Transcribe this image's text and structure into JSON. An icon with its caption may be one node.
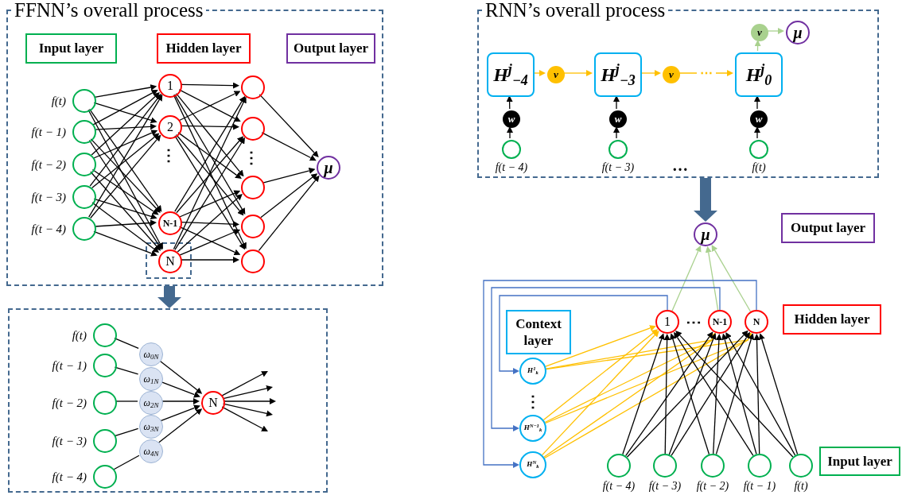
{
  "diagram": {
    "nodes": [
      {
        "text": [
          "FFNN’s overall process"
        ]
      },
      {
        "text": [
          "Input layer"
        ],
        "in": 0
      },
      {
        "text": [
          "Hidden layer"
        ],
        "in": 0
      },
      {
        "text": [
          "Output layer"
        ],
        "in": 0
      },
      {
        "text": [],
        "shape": "circle",
        "in": 0,
        "beside": [
          "f(t)"
        ]
      },
      {
        "text": [],
        "shape": "circle",
        "in": 0,
        "beside": [
          "f(t − 1)"
        ]
      },
      {
        "text": [],
        "shape": "circle",
        "in": 0,
        "beside": [
          "f(t − 2)"
        ]
      },
      {
        "text": [],
        "shape": "circle",
        "in": 0,
        "beside": [
          "f(t − 3)"
        ]
      },
      {
        "text": [],
        "shape": "circle",
        "in": 0,
        "beside": [
          "f(t − 4)"
        ]
      },
      {
        "text": [
          "1"
        ],
        "in": 0
      },
      {
        "text": [
          "2"
        ],
        "in": 0
      },
      {
        "text": [
          "N-1"
        ],
        "in": 0
      },
      {
        "text": [
          "N"
        ],
        "in": 0
      },
      {
        "text": [],
        "shape": "circle",
        "in": 0
      },
      {
        "text": [],
        "shape": "circle",
        "in": 0
      },
      {
        "text": [],
        "shape": "circle",
        "in": 0
      },
      {
        "text": [],
        "shape": "circle",
        "in": 0
      },
      {
        "text": [],
        "shape": "circle",
        "in": 0
      },
      {
        "text": [
          "μ"
        ],
        "in": 0
      },
      {
        "text": [],
        "shape": "box"
      },
      {
        "text": [],
        "shape": "circle",
        "in": 19,
        "beside": [
          "f(t)"
        ]
      },
      {
        "text": [],
        "shape": "circle",
        "in": 19,
        "beside": [
          "f(t − 1)"
        ]
      },
      {
        "text": [],
        "shape": "circle",
        "in": 19,
        "beside": [
          "f(t − 2)"
        ]
      },
      {
        "text": [],
        "shape": "circle",
        "in": 19,
        "beside": [
          "f(t − 3)"
        ]
      },
      {
        "text": [],
        "shape": "circle",
        "in": 19,
        "beside": [
          "f(t − 4)"
        ]
      },
      {
        "text": [
          "ω$_{0N}$"
        ],
        "in": 19
      },
      {
        "text": [
          "ω$_{1N}$"
        ],
        "in": 19
      },
      {
        "text": [
          "ω$_{2N}$"
        ],
        "in": 19
      },
      {
        "text": [
          "ω$_{3N}$"
        ],
        "in": 19
      },
      {
        "text": [
          "ω$_{4N}$"
        ],
        "in": 19
      },
      {
        "text": [
          "N"
        ],
        "in": 19
      },
      {
        "text": [
          "RNN’s overall process"
        ]
      },
      {
        "text": [
          "H$^{j}$$_{−4}$"
        ],
        "in": 31
      },
      {
        "text": [
          "v"
        ],
        "in": 31
      },
      {
        "text": [
          "H$^{j}$$_{−3}$"
        ],
        "in": 31
      },
      {
        "text": [
          "v"
        ],
        "in": 31
      },
      {
        "text": [
          "H$^{j}$$_{0}$"
        ],
        "in": 31
      },
      {
        "text": [
          "v"
        ],
        "in": 31
      },
      {
        "text": [
          "μ"
        ],
        "in": 31
      },
      {
        "text": [
          "w"
        ],
        "in": 31
      },
      {
        "text": [
          "w"
        ],
        "in": 31
      },
      {
        "text": [
          "w"
        ],
        "in": 31
      },
      {
        "text": [],
        "shape": "circle",
        "in": 31,
        "beside": [
          "f(t − 4)"
        ]
      },
      {
        "text": [],
        "shape": "circle",
        "in": 31,
        "beside": [
          "f(t − 3)"
        ]
      },
      {
        "text": [],
        "shape": "circle",
        "in": 31,
        "beside": [
          "f(t)"
        ]
      },
      {
        "text": [
          "μ"
        ]
      },
      {
        "text": [
          "Output layer"
        ]
      },
      {
        "text": [
          "1"
        ]
      },
      {
        "text": [
          "N-1"
        ]
      },
      {
        "text": [
          "N"
        ]
      },
      {
        "text": [
          "Hidden layer"
        ]
      },
      {
        "text": [
          "Context layer"
        ]
      },
      {
        "text": [
          "H$^{1}$$_{k}$"
        ]
      },
      {
        "text": [
          "H$^{N−1}$$_{k}$"
        ]
      },
      {
        "text": [
          "H$^{N}$$_{k}$"
        ]
      },
      {
        "text": [],
        "shape": "circle",
        "beside": [
          "f(t − 4)"
        ]
      },
      {
        "text": [],
        "shape": "circle",
        "beside": [
          "f(t − 3)"
        ]
      },
      {
        "text": [],
        "shape": "circle",
        "beside": [
          "f(t − 2)"
        ]
      },
      {
        "text": [],
        "shape": "circle",
        "beside": [
          "f(t − 1)"
        ]
      },
      {
        "text": [],
        "shape": "circle",
        "beside": [
          "f(t)"
        ]
      },
      {
        "text": [
          "Input layer"
        ]
      }
    ],
    "edges": [
      {
        "from": 4,
        "to": 9,
        "arrow": "to"
      },
      {
        "from": 4,
        "to": 10,
        "arrow": "to"
      },
      {
        "from": 4,
        "to": 11,
        "arrow": "to"
      },
      {
        "from": 4,
        "to": 12,
        "arrow": "to"
      },
      {
        "from": 5,
        "to": 9,
        "arrow": "to"
      },
      {
        "from": 5,
        "to": 10,
        "arrow": "to"
      },
      {
        "from": 5,
        "to": 11,
        "arrow": "to"
      },
      {
        "from": 5,
        "to": 12,
        "arrow": "to"
      },
      {
        "from": 6,
        "to": 9,
        "arrow": "to"
      },
      {
        "from": 6,
        "to": 10,
        "arrow": "to"
      },
      {
        "from": 6,
        "to": 11,
        "arrow": "to"
      },
      {
        "from": 6,
        "to": 12,
        "arrow": "to"
      },
      {
        "from": 7,
        "to": 9,
        "arrow": "to"
      },
      {
        "from": 7,
        "to": 10,
        "arrow": "to"
      },
      {
        "from": 7,
        "to": 11,
        "arrow": "to"
      },
      {
        "from": 7,
        "to": 12,
        "arrow": "to"
      },
      {
        "from": 8,
        "to": 9,
        "arrow": "to"
      },
      {
        "from": 8,
        "to": 10,
        "arrow": "to"
      },
      {
        "from": 8,
        "to": 11,
        "arrow": "to"
      },
      {
        "from": 8,
        "to": 12,
        "arrow": "to"
      },
      {
        "from": 9,
        "to": 13,
        "arrow": "to"
      },
      {
        "from": 9,
        "to": 14,
        "arrow": "to"
      },
      {
        "from": 9,
        "to": 15,
        "arrow": "to"
      },
      {
        "from": 9,
        "to": 16,
        "arrow": "to"
      },
      {
        "from": 9,
        "to": 17,
        "arrow": "to"
      },
      {
        "from": 10,
        "to": 13,
        "arrow": "to"
      },
      {
        "from": 10,
        "to": 14,
        "arrow": "to"
      },
      {
        "from": 10,
        "to": 15,
        "arrow": "to"
      },
      {
        "from": 10,
        "to": 16,
        "arrow": "to"
      },
      {
        "from": 10,
        "to": 17,
        "arrow": "to"
      },
      {
        "from": 11,
        "to": 13,
        "arrow": "to"
      },
      {
        "from": 11,
        "to": 14,
        "arrow": "to"
      },
      {
        "from": 11,
        "to": 15,
        "arrow": "to"
      },
      {
        "from": 11,
        "to": 16,
        "arrow": "to"
      },
      {
        "from": 11,
        "to": 17,
        "arrow": "to"
      },
      {
        "from": 12,
        "to": 13,
        "arrow": "to"
      },
      {
        "from": 12,
        "to": 14,
        "arrow": "to"
      },
      {
        "from": 12,
        "to": 15,
        "arrow": "to"
      },
      {
        "from": 12,
        "to": 16,
        "arrow": "to"
      },
      {
        "from": 12,
        "to": 17,
        "arrow": "to"
      },
      {
        "from": 13,
        "to": 18,
        "arrow": "to"
      },
      {
        "from": 14,
        "to": 18,
        "arrow": "to"
      },
      {
        "from": 15,
        "to": 18,
        "arrow": "to"
      },
      {
        "from": 16,
        "to": 18,
        "arrow": "to"
      },
      {
        "from": 17,
        "to": 18,
        "arrow": "to"
      },
      {
        "from": 0,
        "to": 19,
        "arrow": "to",
        "style": "thick",
        "color": "#44698f"
      },
      {
        "from": 20,
        "to": 25,
        "arrow": "none"
      },
      {
        "from": 21,
        "to": 26,
        "arrow": "none"
      },
      {
        "from": 22,
        "to": 27,
        "arrow": "none"
      },
      {
        "from": 23,
        "to": 28,
        "arrow": "none"
      },
      {
        "from": 24,
        "to": 29,
        "arrow": "none"
      },
      {
        "from": 25,
        "to": 30,
        "arrow": "to"
      },
      {
        "from": 26,
        "to": 30,
        "arrow": "to"
      },
      {
        "from": 27,
        "to": 30,
        "arrow": "to"
      },
      {
        "from": 28,
        "to": 30,
        "arrow": "to"
      },
      {
        "from": 29,
        "to": 30,
        "arrow": "to"
      },
      {
        "from": 30,
        "to": null,
        "arrow": "to"
      },
      {
        "from": 30,
        "to": null,
        "arrow": "to"
      },
      {
        "from": 30,
        "to": null,
        "arrow": "to"
      },
      {
        "from": 30,
        "to": null,
        "arrow": "to"
      },
      {
        "from": 30,
        "to": null,
        "arrow": "to"
      },
      {
        "from": 32,
        "to": 33,
        "arrow": "to",
        "color": "#ffc000"
      },
      {
        "from": 33,
        "to": 34,
        "arrow": "to",
        "color": "#ffc000"
      },
      {
        "from": 34,
        "to": 35,
        "arrow": "to",
        "color": "#ffc000"
      },
      {
        "from": 35,
        "to": 36,
        "arrow": "to",
        "color": "#ffc000",
        "label": "⋯"
      },
      {
        "from": 36,
        "to": 37,
        "arrow": "to",
        "color": "#a9d18e"
      },
      {
        "from": 37,
        "to": 38,
        "arrow": "to",
        "color": "#a9d18e"
      },
      {
        "from": 42,
        "to": 39,
        "arrow": "to"
      },
      {
        "from": 39,
        "to": 32,
        "arrow": "to"
      },
      {
        "from": 43,
        "to": 40,
        "arrow": "to"
      },
      {
        "from": 40,
        "to": 34,
        "arrow": "to"
      },
      {
        "from": 44,
        "to": 41,
        "arrow": "to"
      },
      {
        "from": 41,
        "to": 36,
        "arrow": "to"
      },
      {
        "from": 31,
        "to": 45,
        "arrow": "to",
        "style": "thick",
        "color": "#44698f"
      },
      {
        "from": 47,
        "to": 45,
        "arrow": "to",
        "color": "#a9d18e"
      },
      {
        "from": 48,
        "to": 45,
        "arrow": "to",
        "color": "#a9d18e"
      },
      {
        "from": 49,
        "to": 45,
        "arrow": "to",
        "color": "#a9d18e"
      },
      {
        "from": 47,
        "to": 52,
        "arrow": "to",
        "color": "#4472c4"
      },
      {
        "from": 48,
        "to": 53,
        "arrow": "to",
        "color": "#4472c4"
      },
      {
        "from": 49,
        "to": 54,
        "arrow": "to",
        "color": "#4472c4"
      },
      {
        "from": 52,
        "to": 47,
        "arrow": "to",
        "color": "#ffc000"
      },
      {
        "from": 52,
        "to": 48,
        "arrow": "to",
        "color": "#ffc000"
      },
      {
        "from": 52,
        "to": 49,
        "arrow": "to",
        "color": "#ffc000"
      },
      {
        "from": 53,
        "to": 47,
        "arrow": "to",
        "color": "#ffc000"
      },
      {
        "from": 53,
        "to": 48,
        "arrow": "to",
        "color": "#ffc000"
      },
      {
        "from": 53,
        "to": 49,
        "arrow": "to",
        "color": "#ffc000"
      },
      {
        "from": 54,
        "to": 47,
        "arrow": "to",
        "color": "#ffc000"
      },
      {
        "from": 54,
        "to": 48,
        "arrow": "to",
        "color": "#ffc000"
      },
      {
        "from": 54,
        "to": 49,
        "arrow": "to",
        "color": "#ffc000"
      },
      {
        "from": 55,
        "to": 47,
        "arrow": "to"
      },
      {
        "from": 55,
        "to": 48,
        "arrow": "to"
      },
      {
        "from": 55,
        "to": 49,
        "arrow": "to"
      },
      {
        "from": 56,
        "to": 47,
        "arrow": "to"
      },
      {
        "from": 56,
        "to": 48,
        "arrow": "to"
      },
      {
        "from": 56,
        "to": 49,
        "arrow": "to"
      },
      {
        "from": 57,
        "to": 47,
        "arrow": "to"
      },
      {
        "from": 57,
        "to": 48,
        "arrow": "to"
      },
      {
        "from": 57,
        "to": 49,
        "arrow": "to"
      },
      {
        "from": 58,
        "to": 47,
        "arrow": "to"
      },
      {
        "from": 58,
        "to": 48,
        "arrow": "to"
      },
      {
        "from": 58,
        "to": 49,
        "arrow": "to"
      },
      {
        "from": 59,
        "to": 47,
        "arrow": "to"
      },
      {
        "from": 59,
        "to": 48,
        "arrow": "to"
      },
      {
        "from": 59,
        "to": 49,
        "arrow": "to"
      }
    ],
    "labels": [
      "⋮",
      "⋮",
      "…",
      "⋯",
      "⋮"
    ]
  }
}
